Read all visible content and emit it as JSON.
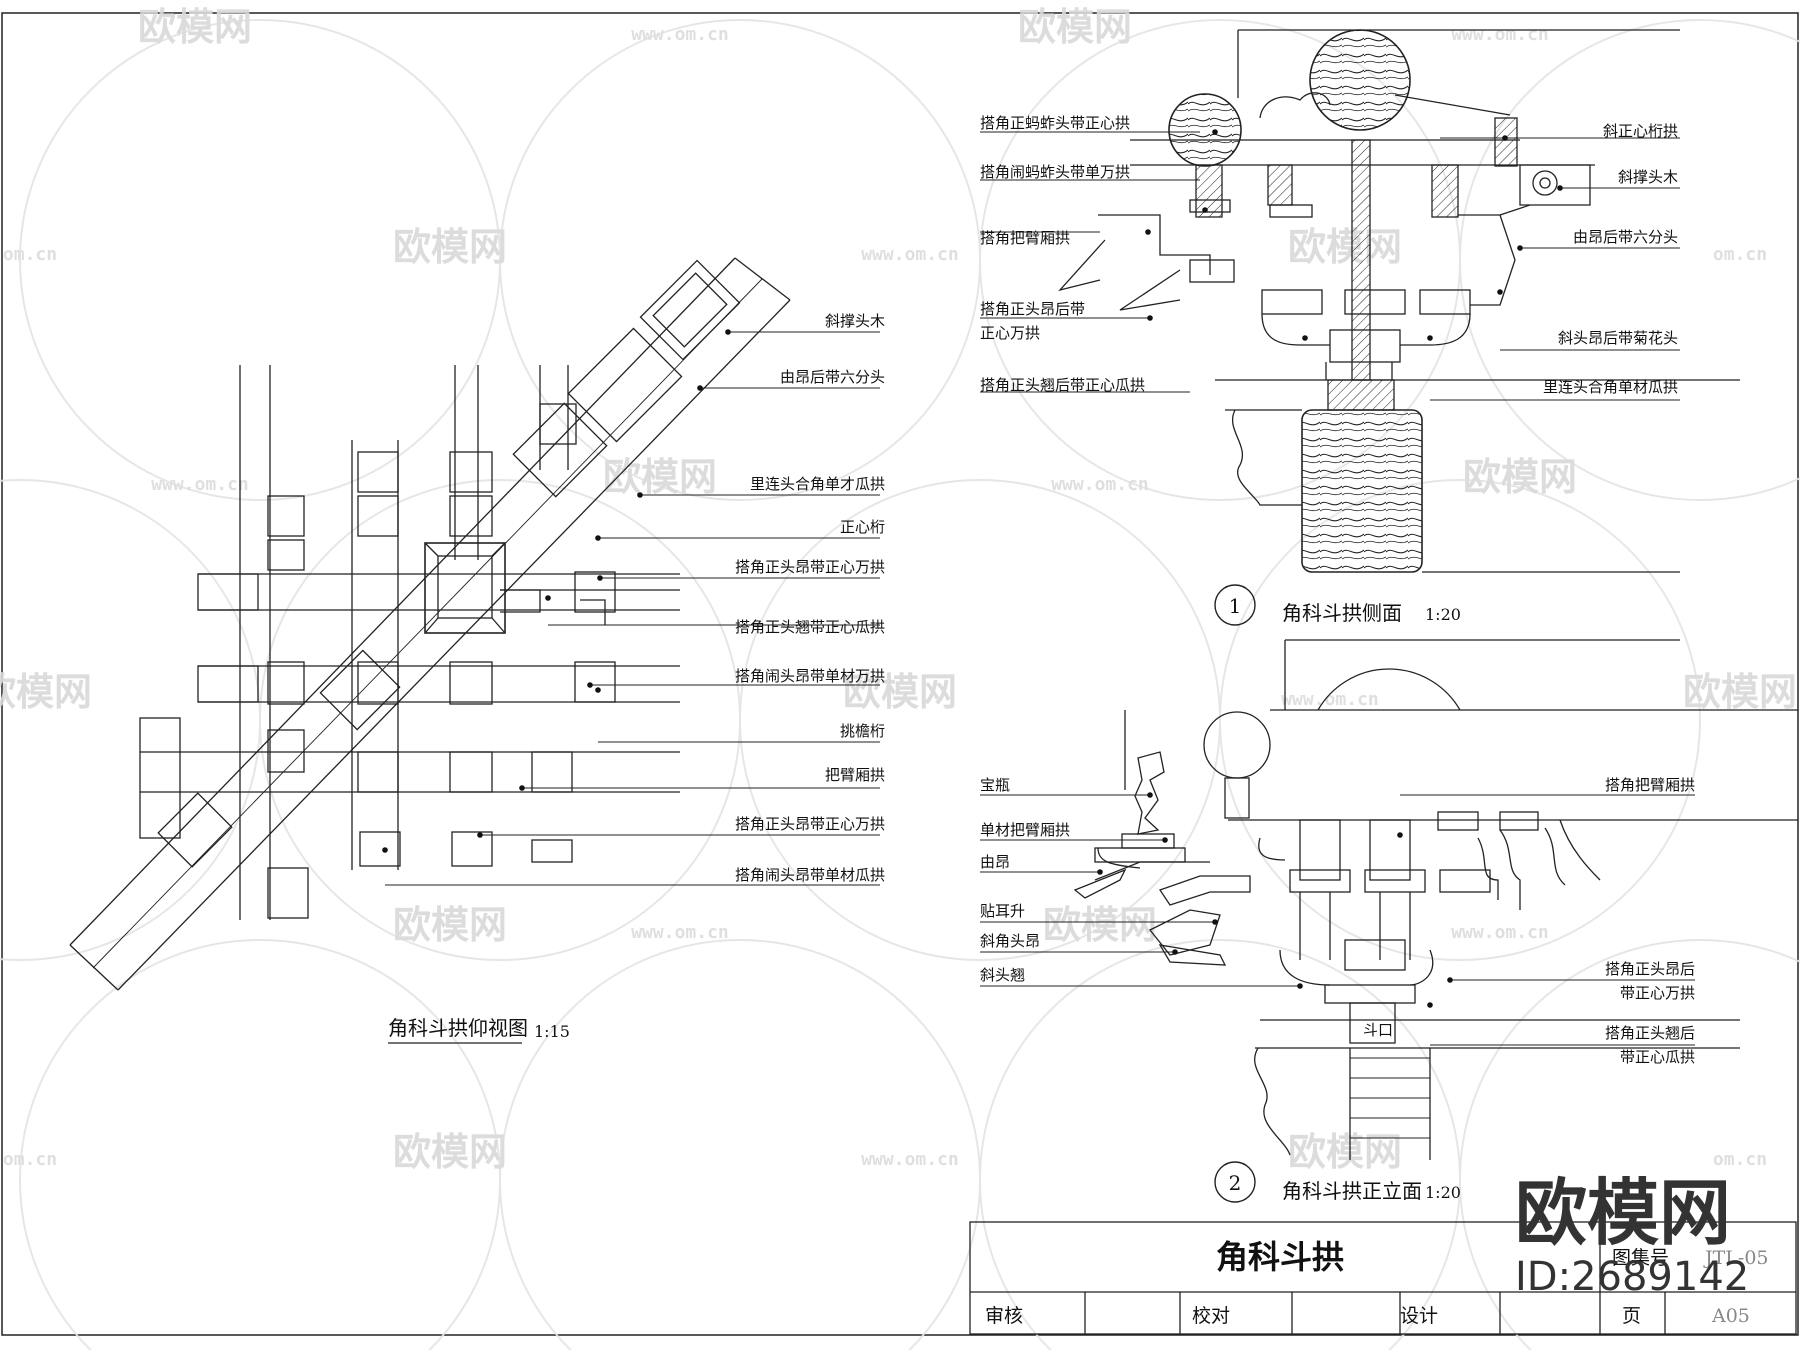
{
  "watermark": {
    "brand": "欧模网",
    "url": "www.om.cn",
    "url_short": "om.cn"
  },
  "plan": {
    "title": "角科斗拱仰视图",
    "scale": "1:15",
    "labels": [
      "斜撑头木",
      "由昂后带六分头",
      "里连头合角单才瓜拱",
      "正心桁",
      "搭角正头昂带正心万拱",
      "搭角正头翘带正心瓜拱",
      "搭角闹头昂带单材万拱",
      "挑檐桁",
      "把臂厢拱",
      "搭角正头昂带正心万拱",
      "搭角闹头昂带单材瓜拱"
    ]
  },
  "side": {
    "number": "1",
    "title": "角科斗拱侧面",
    "scale": "1:20",
    "labels_left": [
      "搭角正蚂蚱头带正心拱",
      "搭角闹蚂蚱头带单万拱",
      "搭角把臂厢拱",
      "搭角正头昂后带",
      "正心万拱",
      "搭角正头翘后带正心瓜拱"
    ],
    "labels_right": [
      "斜正心桁拱",
      "斜撑头木",
      "由昂后带六分头",
      "斜头昂后带菊花头",
      "里连头合角单材瓜拱"
    ]
  },
  "front": {
    "number": "2",
    "title": "角科斗拱正立面",
    "scale": "1:20",
    "labels_left": [
      "宝瓶",
      "单材把臂厢拱",
      "由昂",
      "贴耳升",
      "斜角头昂",
      "斜头翘"
    ],
    "labels_right": [
      "搭角把臂厢拱",
      "搭角正头昂后",
      "带正心万拱",
      "搭角正头翘后",
      "带正心瓜拱"
    ],
    "center_label": "斗口"
  },
  "title_block": {
    "name": "角科斗拱",
    "atlas_label": "图集号",
    "atlas_value": "JTL-05",
    "review": "审核",
    "check": "校对",
    "design": "设计",
    "page_label": "页",
    "page_value": "A05"
  },
  "brand_overlay": {
    "logo": "欧模网",
    "id": "ID:2689142"
  }
}
